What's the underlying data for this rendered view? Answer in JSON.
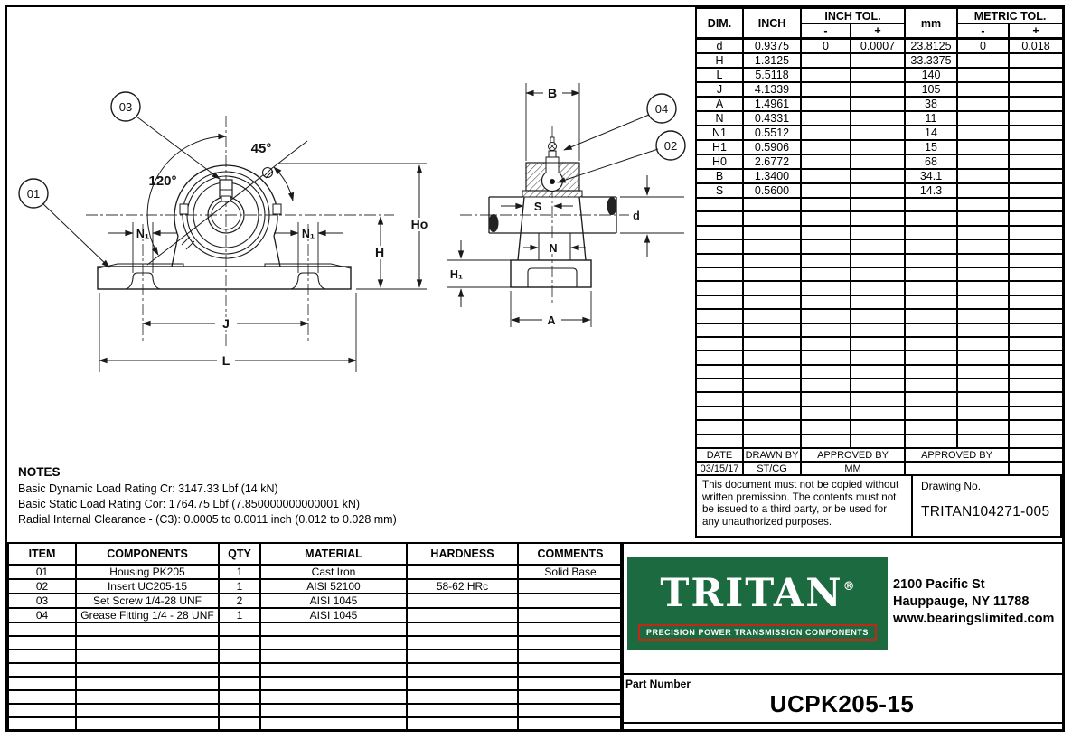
{
  "dim_table": {
    "headers": {
      "dim": "DIM.",
      "inch": "INCH",
      "inch_tol": "INCH TOL.",
      "mm": "mm",
      "metric_tol": "METRIC TOL.",
      "minus": "-",
      "plus": "+"
    },
    "rows": [
      {
        "dim": "d",
        "inch": "0.9375",
        "tol_minus": "0",
        "tol_plus": "0.0007",
        "mm": "23.8125",
        "mtol_minus": "0",
        "mtol_plus": "0.018"
      },
      {
        "dim": "H",
        "inch": "1.3125",
        "mm": "33.3375"
      },
      {
        "dim": "L",
        "inch": "5.5118",
        "mm": "140"
      },
      {
        "dim": "J",
        "inch": "4.1339",
        "mm": "105"
      },
      {
        "dim": "A",
        "inch": "1.4961",
        "mm": "38"
      },
      {
        "dim": "N",
        "inch": "0.4331",
        "mm": "11"
      },
      {
        "dim": "N1",
        "inch": "0.5512",
        "mm": "14"
      },
      {
        "dim": "H1",
        "inch": "0.5906",
        "mm": "15"
      },
      {
        "dim": "H0",
        "inch": "2.6772",
        "mm": "68"
      },
      {
        "dim": "B",
        "inch": "1.3400",
        "mm": "34.1"
      },
      {
        "dim": "S",
        "inch": "0.5600",
        "mm": "14.3"
      }
    ],
    "empty_rows": 18,
    "footer": {
      "date_label": "DATE",
      "drawn_by_label": "DRAWN BY",
      "approved_by_label": "APPROVED BY",
      "approved_by2_label": "APPROVED BY",
      "date": "03/15/17",
      "drawn_by": "ST/CG",
      "approved_by": "MM"
    }
  },
  "notice": {
    "text": "This document must not be copied without written premission. The contents must not be issued to a third party, or be used for any unauthorized purposes."
  },
  "drawing_no": {
    "label": "Drawing No.",
    "value": "TRITAN104271-005"
  },
  "notes": {
    "title": "NOTES",
    "lines": [
      "Basic Dynamic Load Rating Cr: 3147.33 Lbf (14 kN)",
      "Basic Static Load Rating Cor: 1764.75 Lbf (7.850000000000001 kN)",
      "Radial Internal Clearance - (C3): 0.0005 to 0.0011 inch (0.012 to 0.028 mm)"
    ]
  },
  "parts_table": {
    "headers": [
      "ITEM",
      "COMPONENTS",
      "QTY",
      "MATERIAL",
      "HARDNESS",
      "COMMENTS"
    ],
    "rows": [
      [
        "01",
        "Housing PK205",
        "1",
        "Cast Iron",
        "",
        "Solid Base"
      ],
      [
        "02",
        "Insert UC205-15",
        "1",
        "AISI 52100",
        "58-62 HRc",
        ""
      ],
      [
        "03",
        "Set Screw  1/4-28 UNF",
        "2",
        "AISI 1045",
        "",
        ""
      ],
      [
        "04",
        "Grease Fitting 1/4 - 28 UNF",
        "1",
        "AISI 1045",
        "",
        ""
      ]
    ],
    "empty_rows": 8
  },
  "title_block": {
    "brand": "TRITAN",
    "registered": "®",
    "tagline": "PRECISION POWER TRANSMISSION COMPONENTS",
    "brand_green": "#1c6b40",
    "tagline_red": "#c22717",
    "address_line1": "2100 Pacific St",
    "address_line2": "Hauppauge, NY 11788",
    "address_line3": "www.bearingslimited.com",
    "part_number_label": "Part Number",
    "part_number": "UCPK205-15"
  },
  "drawing": {
    "balloons": {
      "b01": "01",
      "b02": "02",
      "b03": "03",
      "b04": "04"
    },
    "labels": {
      "angle45": "45°",
      "angle120": "120°",
      "n1_left": "N₁",
      "n1_right": "N₁",
      "h": "H",
      "h0": "Ho",
      "j": "J",
      "l": "L",
      "b": "B",
      "s": "S",
      "n": "N",
      "h1": "H₁",
      "a": "A",
      "d": "d"
    }
  }
}
